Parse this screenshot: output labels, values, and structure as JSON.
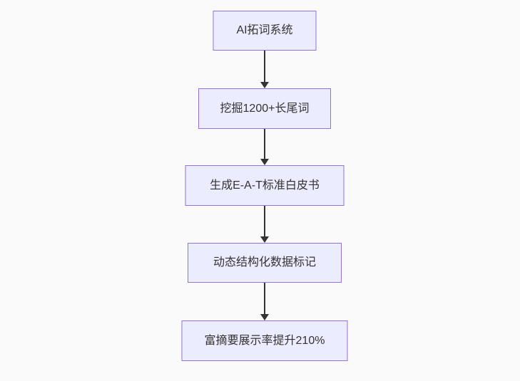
{
  "diagram": {
    "type": "flowchart",
    "direction": "top-down",
    "colors": {
      "background": "#FAFAFA",
      "node_fill": "#ECECFF",
      "node_border": "#9370DB",
      "node_text": "#333333",
      "arrow": "#333333"
    },
    "nodes": [
      {
        "id": "A",
        "label": "AI拓词系统"
      },
      {
        "id": "B",
        "label": "挖掘1200+长尾词"
      },
      {
        "id": "C",
        "label": "生成E-A-T标准白皮书"
      },
      {
        "id": "D",
        "label": "动态结构化数据标记"
      },
      {
        "id": "E",
        "label": "富摘要展示率提升210%"
      }
    ],
    "edges": [
      {
        "from": "A",
        "to": "B"
      },
      {
        "from": "B",
        "to": "C"
      },
      {
        "from": "C",
        "to": "D"
      },
      {
        "from": "D",
        "to": "E"
      }
    ]
  }
}
